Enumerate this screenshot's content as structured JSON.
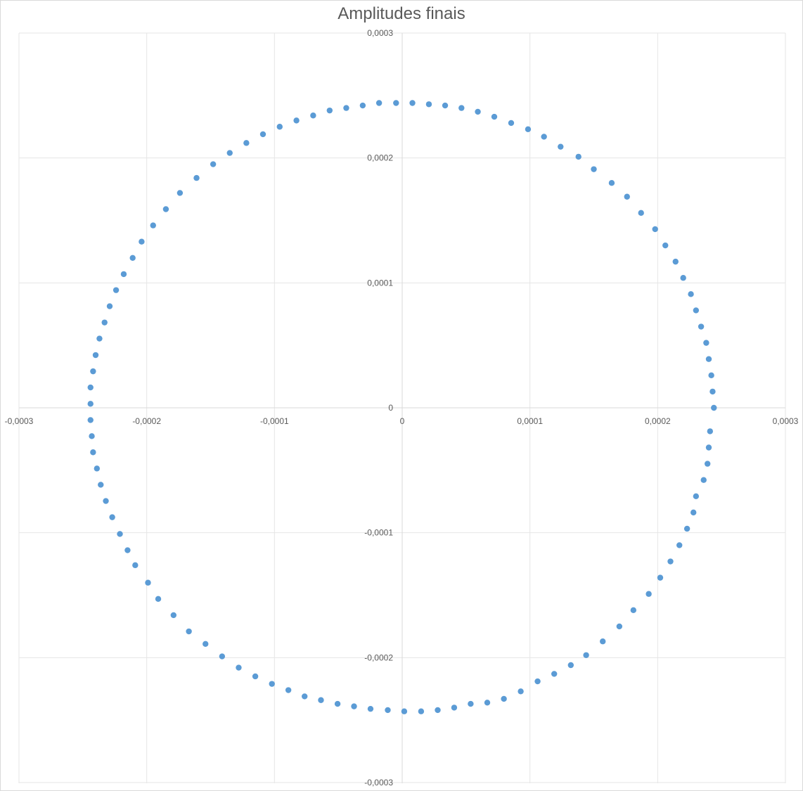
{
  "chart_data": {
    "type": "scatter",
    "title": "Amplitudes finais",
    "xlabel": "",
    "ylabel": "",
    "xlim": [
      -0.0003,
      0.0003
    ],
    "ylim": [
      -0.0003,
      0.0003
    ],
    "x_ticks": [
      -0.0003,
      -0.0002,
      -0.0001,
      0,
      0.0001,
      0.0002,
      0.0003
    ],
    "y_ticks": [
      -0.0003,
      -0.0002,
      -0.0001,
      0,
      0.0001,
      0.0002,
      0.0003
    ],
    "x_tick_labels": [
      "-0,0003",
      "-0,0002",
      "-0,0001",
      "0",
      "0,0001",
      "0,0002",
      "0,0003"
    ],
    "y_tick_labels": [
      "-0,0003",
      "-0,0002",
      "-0,0001",
      "0",
      "0,0001",
      "0,0002",
      "0,0003"
    ],
    "grid": true,
    "legend": "none",
    "marker_color": "#5b9bd5",
    "gridline_color": "#e6e6e6",
    "axis_color": "#d9d9d9",
    "series": [
      {
        "points": [
          [
            0.000244,
            0.0
          ],
          [
            0.000243,
            1.3e-05
          ],
          [
            0.000242,
            2.6e-05
          ],
          [
            0.00024,
            3.9e-05
          ],
          [
            0.000238,
            5.2e-05
          ],
          [
            0.000234,
            6.5e-05
          ],
          [
            0.00023,
            7.8e-05
          ],
          [
            0.000226,
            9.1e-05
          ],
          [
            0.00022,
            0.000104
          ],
          [
            0.000214,
            0.000117
          ],
          [
            0.000206,
            0.00013
          ],
          [
            0.000198,
            0.000143
          ],
          [
            0.000187,
            0.000156
          ],
          [
            0.000176,
            0.000169
          ],
          [
            0.000164,
            0.00018
          ],
          [
            0.00015,
            0.000191
          ],
          [
            0.000138,
            0.000201
          ],
          [
            0.000124,
            0.000209
          ],
          [
            0.000111,
            0.000217
          ],
          [
            9.85e-05,
            0.000223
          ],
          [
            8.53e-05,
            0.000228
          ],
          [
            7.21e-05,
            0.000233
          ],
          [
            5.92e-05,
            0.000237
          ],
          [
            4.64e-05,
            0.00024
          ],
          [
            3.36e-05,
            0.000242
          ],
          [
            2.09e-05,
            0.000243
          ],
          [
            8e-06,
            0.000244
          ],
          [
            -4.8e-06,
            0.000244
          ],
          [
            -1.81e-05,
            0.000244
          ],
          [
            -3.09e-05,
            0.000242
          ],
          [
            -4.38e-05,
            0.00024
          ],
          [
            -5.68e-05,
            0.000238
          ],
          [
            -6.97e-05,
            0.000234
          ],
          [
            -8.28e-05,
            0.00023
          ],
          [
            -9.59e-05,
            0.000225
          ],
          [
            -0.000109,
            0.000219
          ],
          [
            -0.000122,
            0.000212
          ],
          [
            -0.000135,
            0.000204
          ],
          [
            -0.000148,
            0.000195
          ],
          [
            -0.000161,
            0.000184
          ],
          [
            -0.000174,
            0.000172
          ],
          [
            -0.000185,
            0.000159
          ],
          [
            -0.000195,
            0.000146
          ],
          [
            -0.000204,
            0.000133
          ],
          [
            -0.000211,
            0.00012
          ],
          [
            -0.000218,
            0.000107
          ],
          [
            -0.000224,
            9.42e-05
          ],
          [
            -0.000229,
            8.13e-05
          ],
          [
            -0.000233,
            6.83e-05
          ],
          [
            -0.000237,
            5.54e-05
          ],
          [
            -0.00024,
            4.22e-05
          ],
          [
            -0.000242,
            2.92e-05
          ],
          [
            -0.000244,
            1.63e-05
          ],
          [
            -0.000244,
            3.2e-06
          ],
          [
            -0.000244,
            -9.8e-06
          ],
          [
            -0.000243,
            -2.27e-05
          ],
          [
            -0.000242,
            -3.56e-05
          ],
          [
            -0.000239,
            -4.86e-05
          ],
          [
            -0.000236,
            -6.16e-05
          ],
          [
            -0.000232,
            -7.46e-05
          ],
          [
            -0.000227,
            -8.76e-05
          ],
          [
            -0.000221,
            -0.000101
          ],
          [
            -0.000215,
            -0.000114
          ],
          [
            -0.000209,
            -0.000126
          ],
          [
            -0.000199,
            -0.00014
          ],
          [
            -0.000191,
            -0.000153
          ],
          [
            -0.000179,
            -0.000166
          ],
          [
            -0.000167,
            -0.000179
          ],
          [
            -0.000154,
            -0.000189
          ],
          [
            -0.000141,
            -0.000199
          ],
          [
            -0.000128,
            -0.000208
          ],
          [
            -0.000115,
            -0.000215
          ],
          [
            -0.000102,
            -0.000221
          ],
          [
            -8.91e-05,
            -0.000226
          ],
          [
            -7.64e-05,
            -0.000231
          ],
          [
            -6.36e-05,
            -0.000234
          ],
          [
            -5.06e-05,
            -0.000237
          ],
          [
            -3.77e-05,
            -0.000239
          ],
          [
            -2.48e-05,
            -0.000241
          ],
          [
            -1.13e-05,
            -0.000242
          ],
          [
            1.6e-06,
            -0.000243
          ],
          [
            1.48e-05,
            -0.000243
          ],
          [
            2.78e-05,
            -0.000242
          ],
          [
            4.07e-05,
            -0.00024
          ],
          [
            5.36e-05,
            -0.000237
          ],
          [
            6.66e-05,
            -0.000236
          ],
          [
            7.96e-05,
            -0.000233
          ],
          [
            9.28e-05,
            -0.000227
          ],
          [
            0.000106,
            -0.000219
          ],
          [
            0.000119,
            -0.000213
          ],
          [
            0.000132,
            -0.000206
          ],
          [
            0.000144,
            -0.000198
          ],
          [
            0.000157,
            -0.000187
          ],
          [
            0.00017,
            -0.000175
          ],
          [
            0.000181,
            -0.000162
          ],
          [
            0.000193,
            -0.000149
          ],
          [
            0.000202,
            -0.000136
          ],
          [
            0.00021,
            -0.000123
          ],
          [
            0.000217,
            -0.00011
          ],
          [
            0.000223,
            -9.68e-05
          ],
          [
            0.000228,
            -8.38e-05
          ],
          [
            0.00023,
            -7.08e-05
          ],
          [
            0.000236,
            -5.78e-05
          ],
          [
            0.000239,
            -4.48e-05
          ],
          [
            0.00024,
            -3.18e-05
          ],
          [
            0.000241,
            -1.88e-05
          ]
        ]
      }
    ]
  }
}
